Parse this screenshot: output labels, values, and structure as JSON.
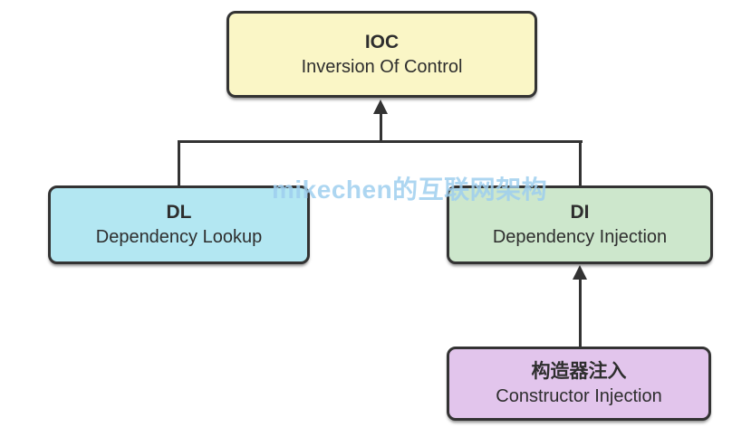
{
  "watermark": {
    "text": "mikechen的互联网架构",
    "color": "#9fcfef"
  },
  "nodes": {
    "ioc": {
      "title": "IOC",
      "subtitle": "Inversion Of Control",
      "fill": "#faf6c6"
    },
    "dl": {
      "title": "DL",
      "subtitle": "Dependency Lookup",
      "fill": "#b3e7f2"
    },
    "di": {
      "title": "DI",
      "subtitle": "Dependency Injection",
      "fill": "#cde7cc"
    },
    "ci": {
      "title": "构造器注入",
      "subtitle": "Constructor Injection",
      "fill": "#e2c5ec"
    }
  },
  "edges": [
    {
      "from": "dl",
      "to": "ioc",
      "arrow": "up"
    },
    {
      "from": "di",
      "to": "ioc",
      "arrow": "up"
    },
    {
      "from": "ci",
      "to": "di",
      "arrow": "up"
    }
  ],
  "colors": {
    "line": "#333333",
    "border": "#333333",
    "text": "#2e2e2e",
    "background": "#ffffff"
  }
}
